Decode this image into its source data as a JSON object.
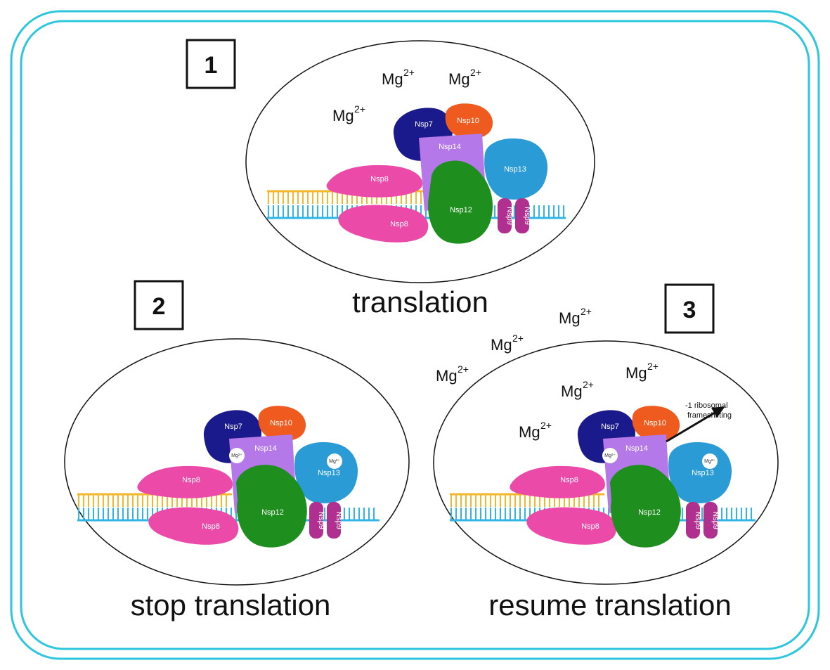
{
  "colors": {
    "frame": "#2ec6dc",
    "rna_top": "#f4b62a",
    "rna_bottom": "#2fb6e6",
    "nsp7": "#1a1a8c",
    "nsp10": "#ef5b1e",
    "nsp14": "#b578e8",
    "nsp13": "#2b9bd6",
    "nsp12": "#1e8f1e",
    "nsp8": "#ec4aa8",
    "nsp9": "#b0308f"
  },
  "icons": [
    "mg-ion-icon",
    "frameshift-arrow-icon"
  ],
  "panels": [
    {
      "number": "1",
      "caption": "translation",
      "ions": [
        {
          "base": "Mg",
          "charge": "2+"
        },
        {
          "base": "Mg",
          "charge": "2+"
        },
        {
          "base": "Mg",
          "charge": "2+"
        }
      ],
      "proteins": {
        "nsp7": "Nsp7",
        "nsp10": "Nsp10",
        "nsp14": "Nsp14",
        "nsp13": "Nsp13",
        "nsp12": "Nsp12",
        "nsp8_top": "Nsp8",
        "nsp8_bottom": "Nsp8",
        "nsp9_a": "Nsp9",
        "nsp9_b": "Nsp9"
      }
    },
    {
      "number": "2",
      "caption": "stop translation",
      "bound_ion": "Mg²⁺",
      "proteins": {
        "nsp7": "Nsp7",
        "nsp10": "Nsp10",
        "nsp14": "Nsp14",
        "nsp13": "Nsp13",
        "nsp12": "Nsp12",
        "nsp8_top": "Nsp8",
        "nsp8_bottom": "Nsp8",
        "nsp9_a": "Nsp9",
        "nsp9_b": "Nsp9"
      }
    },
    {
      "number": "3",
      "caption": "resume translation",
      "ions": [
        {
          "base": "Mg",
          "charge": "2+"
        },
        {
          "base": "Mg",
          "charge": "2+"
        },
        {
          "base": "Mg",
          "charge": "2+"
        },
        {
          "base": "Mg",
          "charge": "2+"
        },
        {
          "base": "Mg",
          "charge": "2+"
        },
        {
          "base": "Mg",
          "charge": "2+"
        }
      ],
      "bound_ion": "Mg²⁺",
      "frameshift_line1": "-1 ribosomal",
      "frameshift_line2": "frameshifting",
      "proteins": {
        "nsp7": "Nsp7",
        "nsp10": "Nsp10",
        "nsp14": "Nsp14",
        "nsp13": "Nsp13",
        "nsp12": "Nsp12",
        "nsp8_top": "Nsp8",
        "nsp8_bottom": "Nsp8",
        "nsp9_a": "Nsp9",
        "nsp9_b": "Nsp9"
      }
    }
  ]
}
